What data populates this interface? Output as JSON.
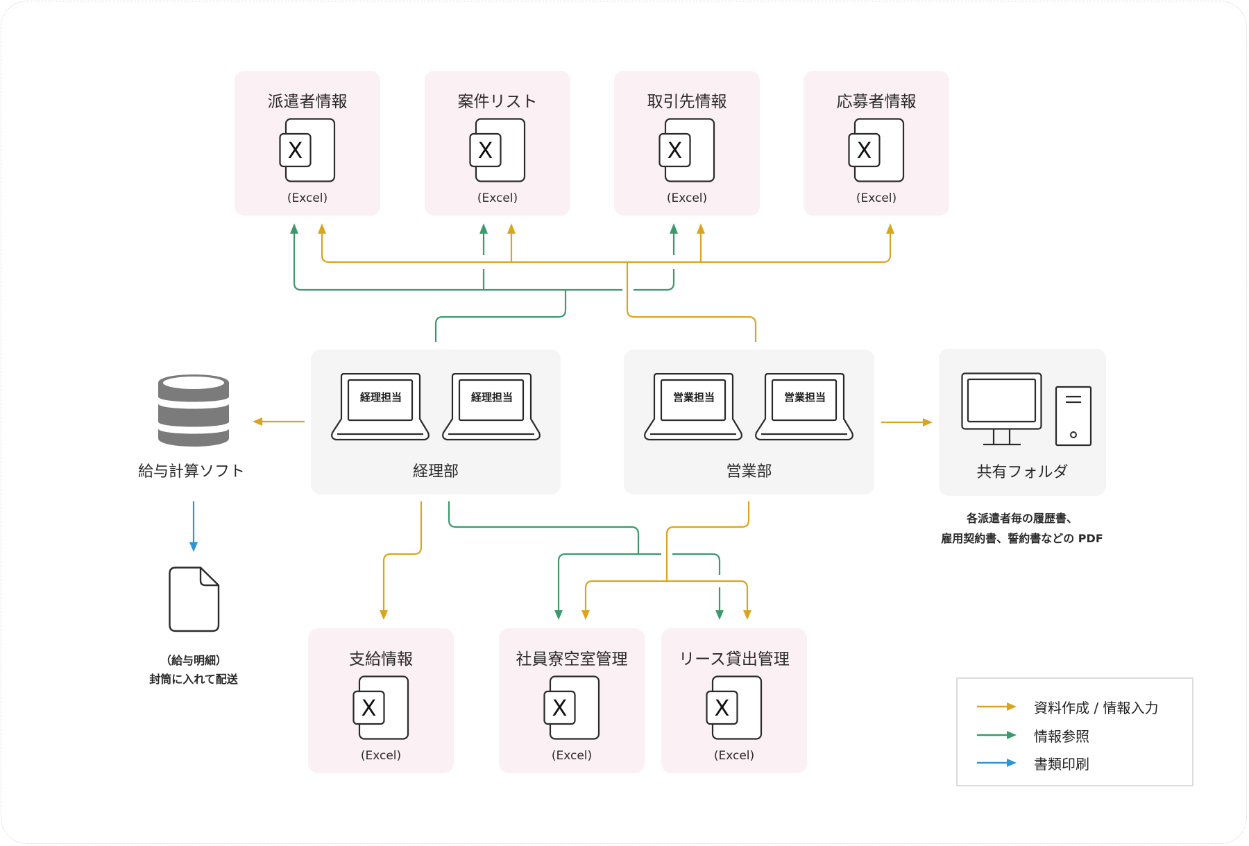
{
  "colors": {
    "input": "#d9a520",
    "reference": "#3a9a6e",
    "print": "#2b96d3",
    "data_card": "#fbf0f3",
    "dept_card": "#f5f5f5",
    "line": "#2a2a2a"
  },
  "top_data": [
    {
      "title": "派遣者情報",
      "format": "(Excel)",
      "icon": "excel-file-icon"
    },
    {
      "title": "案件リスト",
      "format": "(Excel)",
      "icon": "excel-file-icon"
    },
    {
      "title": "取引先情報",
      "format": "(Excel)",
      "icon": "excel-file-icon"
    },
    {
      "title": "応募者情報",
      "format": "(Excel)",
      "icon": "excel-file-icon"
    }
  ],
  "payroll": {
    "label": "給与計算ソフト",
    "icon": "database-icon",
    "output_icon": "document-icon",
    "output_lines": [
      "（給与明細）",
      "封筒に入れて配送"
    ]
  },
  "departments": [
    {
      "name": "経理部",
      "staff": [
        "経理担当",
        "経理担当"
      ],
      "icon": "laptop-icon"
    },
    {
      "name": "営業部",
      "staff": [
        "営業担当",
        "営業担当"
      ],
      "icon": "laptop-icon"
    }
  ],
  "shared_folder": {
    "label": "共有フォルダ",
    "icon": "desktop-computer-icon",
    "note_lines": [
      "各派遣者毎の履歴書、",
      "雇用契約書、誓約書などの PDF"
    ]
  },
  "bottom_data": [
    {
      "title": "支給情報",
      "format": "(Excel)",
      "icon": "excel-file-icon"
    },
    {
      "title": "社員寮空室管理",
      "format": "(Excel)",
      "icon": "excel-file-icon"
    },
    {
      "title": "リース貸出管理",
      "format": "(Excel)",
      "icon": "excel-file-icon"
    }
  ],
  "legend": [
    {
      "type": "input",
      "label": "資料作成 / 情報入力"
    },
    {
      "type": "reference",
      "label": "情報参照"
    },
    {
      "type": "print",
      "label": "書類印刷"
    }
  ],
  "flows": [
    {
      "from": "経理部",
      "to": "派遣者情報",
      "type": "reference"
    },
    {
      "from": "経理部",
      "to": "案件リスト",
      "type": "reference"
    },
    {
      "from": "経理部",
      "to": "取引先情報",
      "type": "reference"
    },
    {
      "from": "営業部",
      "to": "派遣者情報",
      "type": "input"
    },
    {
      "from": "営業部",
      "to": "案件リスト",
      "type": "input"
    },
    {
      "from": "営業部",
      "to": "取引先情報",
      "type": "input"
    },
    {
      "from": "営業部",
      "to": "応募者情報",
      "type": "input"
    },
    {
      "from": "経理部",
      "to": "給与計算ソフト",
      "type": "input"
    },
    {
      "from": "給与計算ソフト",
      "to": "給与明細",
      "type": "print"
    },
    {
      "from": "営業部",
      "to": "共有フォルダ",
      "type": "input"
    },
    {
      "from": "経理部",
      "to": "支給情報",
      "type": "input"
    },
    {
      "from": "経理部",
      "to": "社員寮空室管理",
      "type": "reference"
    },
    {
      "from": "経理部",
      "to": "リース貸出管理",
      "type": "reference"
    },
    {
      "from": "営業部",
      "to": "社員寮空室管理",
      "type": "input"
    },
    {
      "from": "営業部",
      "to": "リース貸出管理",
      "type": "input"
    }
  ]
}
